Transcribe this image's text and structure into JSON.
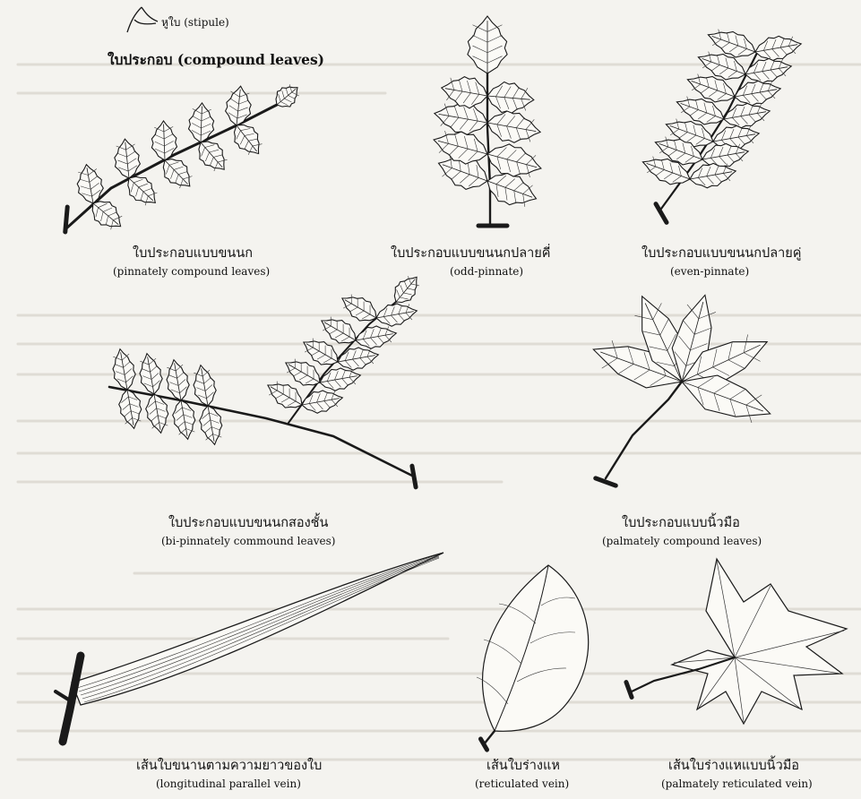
{
  "stipule_label": "หูใบ (stipule)",
  "section_title": "ใบประกอบ (compound leaves)",
  "figures": [
    {
      "th": "ใบประกอบแบบขนนก",
      "en": "(pinnately compound leaves)"
    },
    {
      "th": "ใบประกอบแบบขนนกปลายคี่",
      "en": "(odd-pinnate)"
    },
    {
      "th": "ใบประกอบแบบขนนกปลายคู่",
      "en": "(even-pinnate)"
    },
    {
      "th": "ใบประกอบแบบขนนกสองชั้น",
      "en": "(bi-pinnately commound leaves)"
    },
    {
      "th": "ใบประกอบแบบนิ้วมือ",
      "en": "(palmately compound leaves)"
    },
    {
      "th": "เส้นใบขนานตามความยาวของใบ",
      "en": "(longitudinal parallel vein)"
    },
    {
      "th": "เส้นใบร่างแห",
      "en": "(reticulated vein)"
    },
    {
      "th": "เส้นใบร่างแหแบบนิ้วมือ",
      "en": "(palmately reticulated vein)"
    }
  ]
}
